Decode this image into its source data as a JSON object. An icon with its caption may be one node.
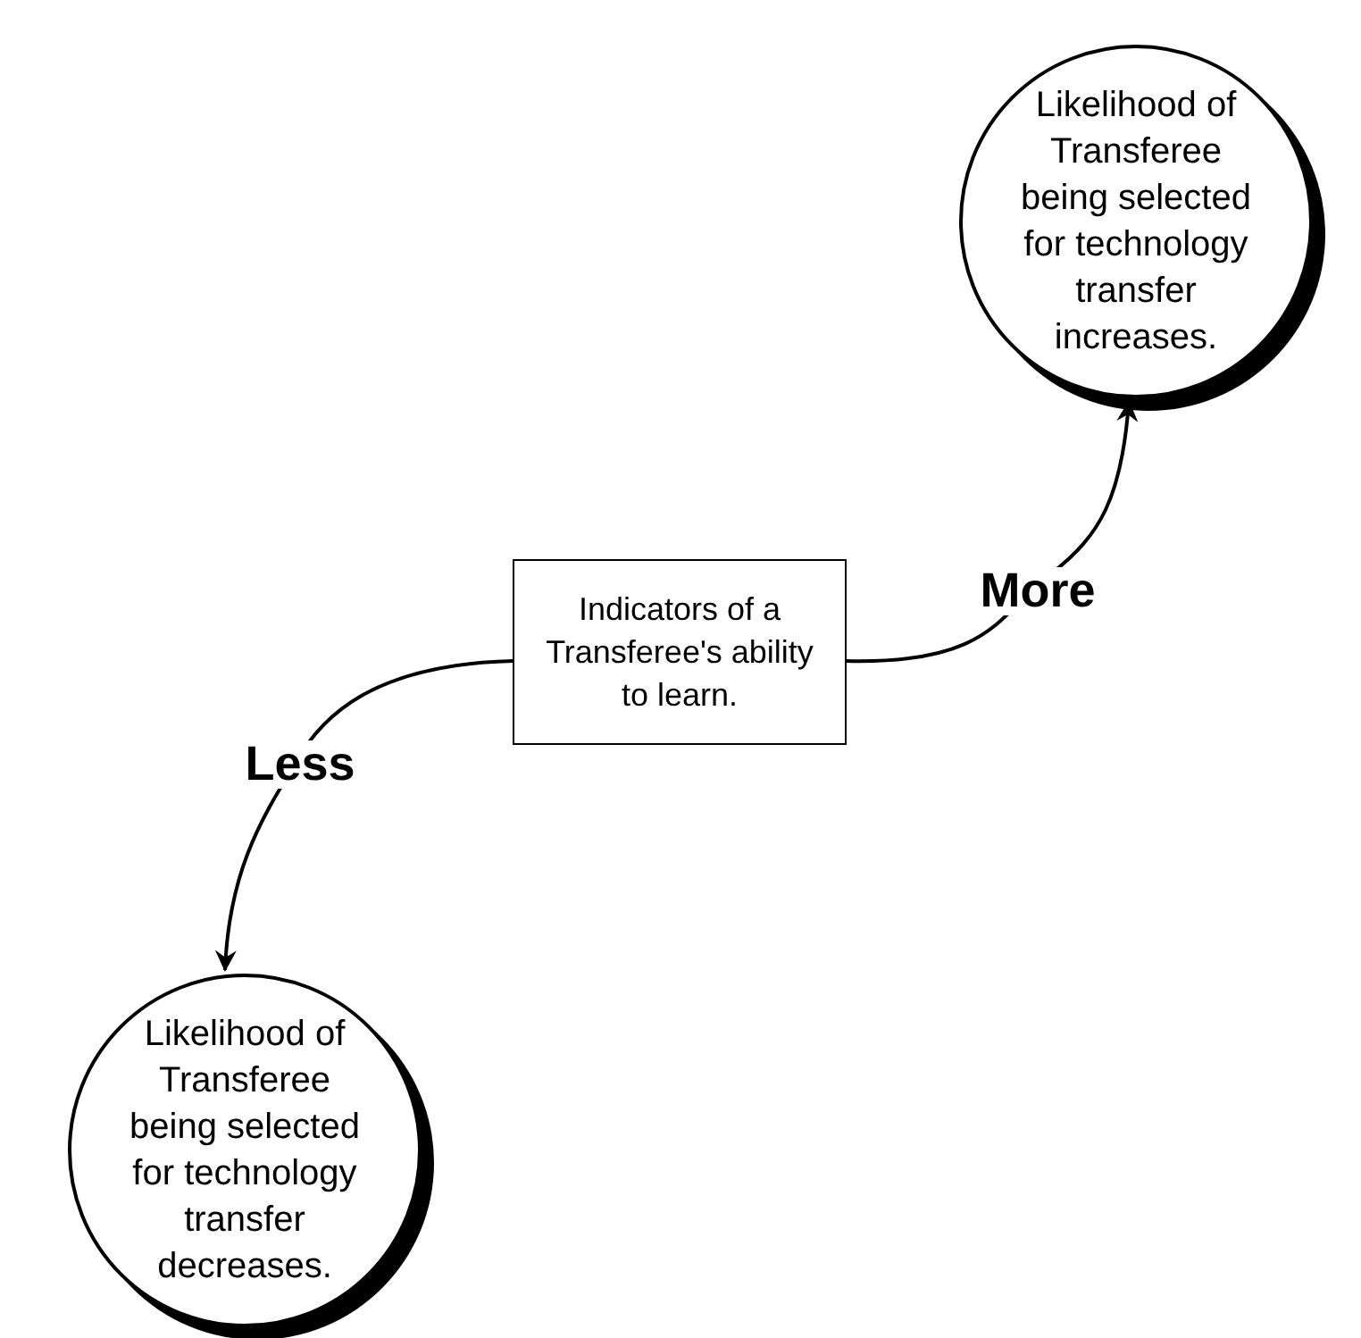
{
  "diagram": {
    "nodes": [
      {
        "text": [
          "Likelihood of Transferee being selected for technology transfer increases."
        ]
      },
      {
        "text": [
          "Indicators of a Transferee's ability to learn."
        ]
      },
      {
        "text": [
          "Likelihood of Transferee being selected for technology transfer decreases."
        ]
      }
    ],
    "edges": [
      {
        "from": 1,
        "to": 0,
        "arrow": "to",
        "label": "More"
      },
      {
        "from": 1,
        "to": 2,
        "arrow": "to",
        "label": "Less"
      }
    ]
  }
}
